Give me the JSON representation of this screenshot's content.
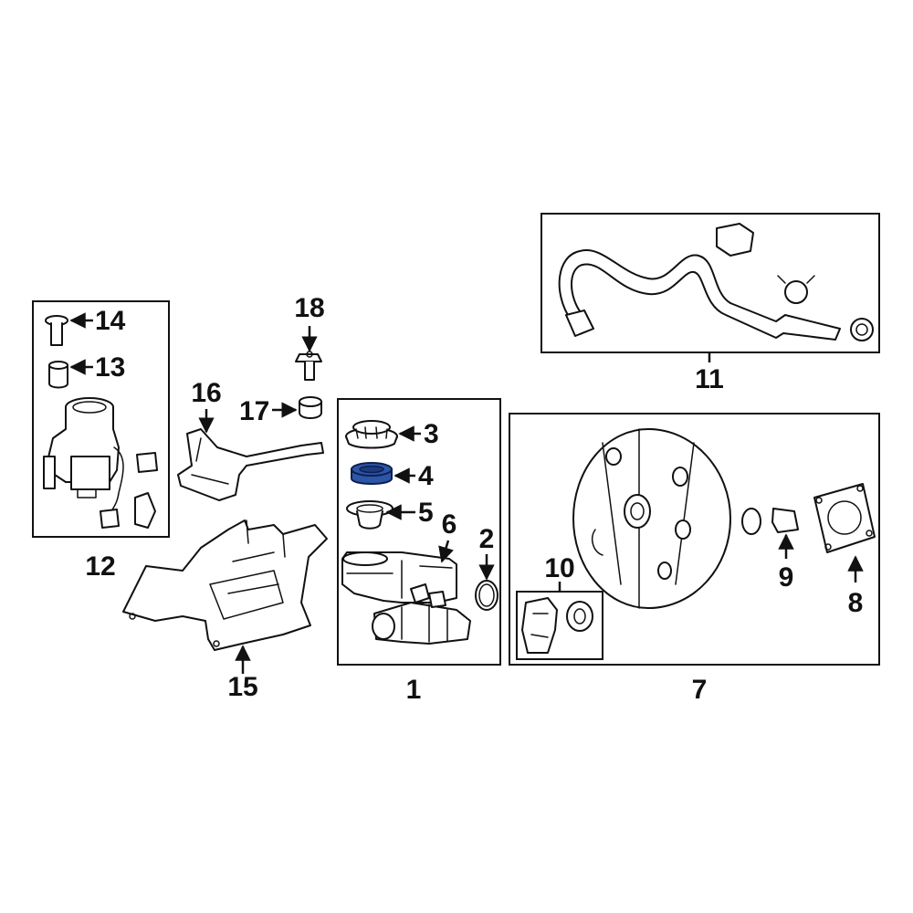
{
  "callouts": {
    "c1": "1",
    "c2": "2",
    "c3": "3",
    "c4": "4",
    "c5": "5",
    "c6": "6",
    "c7": "7",
    "c8": "8",
    "c9": "9",
    "c10": "10",
    "c11": "11",
    "c12": "12",
    "c13": "13",
    "c14": "14",
    "c15": "15",
    "c16": "16",
    "c17": "17",
    "c18": "18"
  },
  "colors": {
    "highlight": "#2e56a6",
    "line": "#111111",
    "background": "#ffffff"
  },
  "highlighted_part": "4"
}
